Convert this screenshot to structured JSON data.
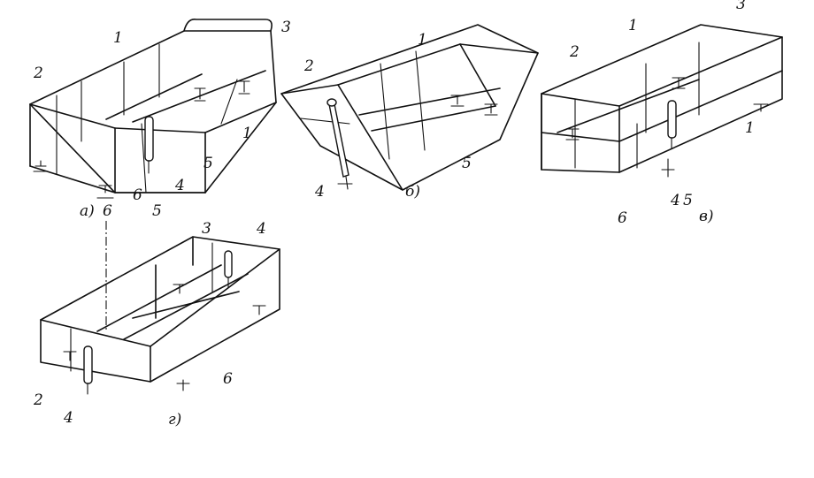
{
  "figure": {
    "panels": [
      {
        "id": "a",
        "caption": "а)",
        "labels": [
          "1",
          "2",
          "3",
          "1",
          "4",
          "5",
          "6"
        ]
      },
      {
        "id": "b",
        "caption": "б)",
        "labels": [
          "1",
          "2",
          "4",
          "5"
        ]
      },
      {
        "id": "v",
        "caption": "в)",
        "labels": [
          "3",
          "1",
          "2",
          "1",
          "6",
          "4",
          "5"
        ]
      },
      {
        "id": "g",
        "caption": "г)",
        "labels": [
          "6",
          "5",
          "3",
          "4",
          "2",
          "4",
          "6"
        ]
      }
    ]
  }
}
